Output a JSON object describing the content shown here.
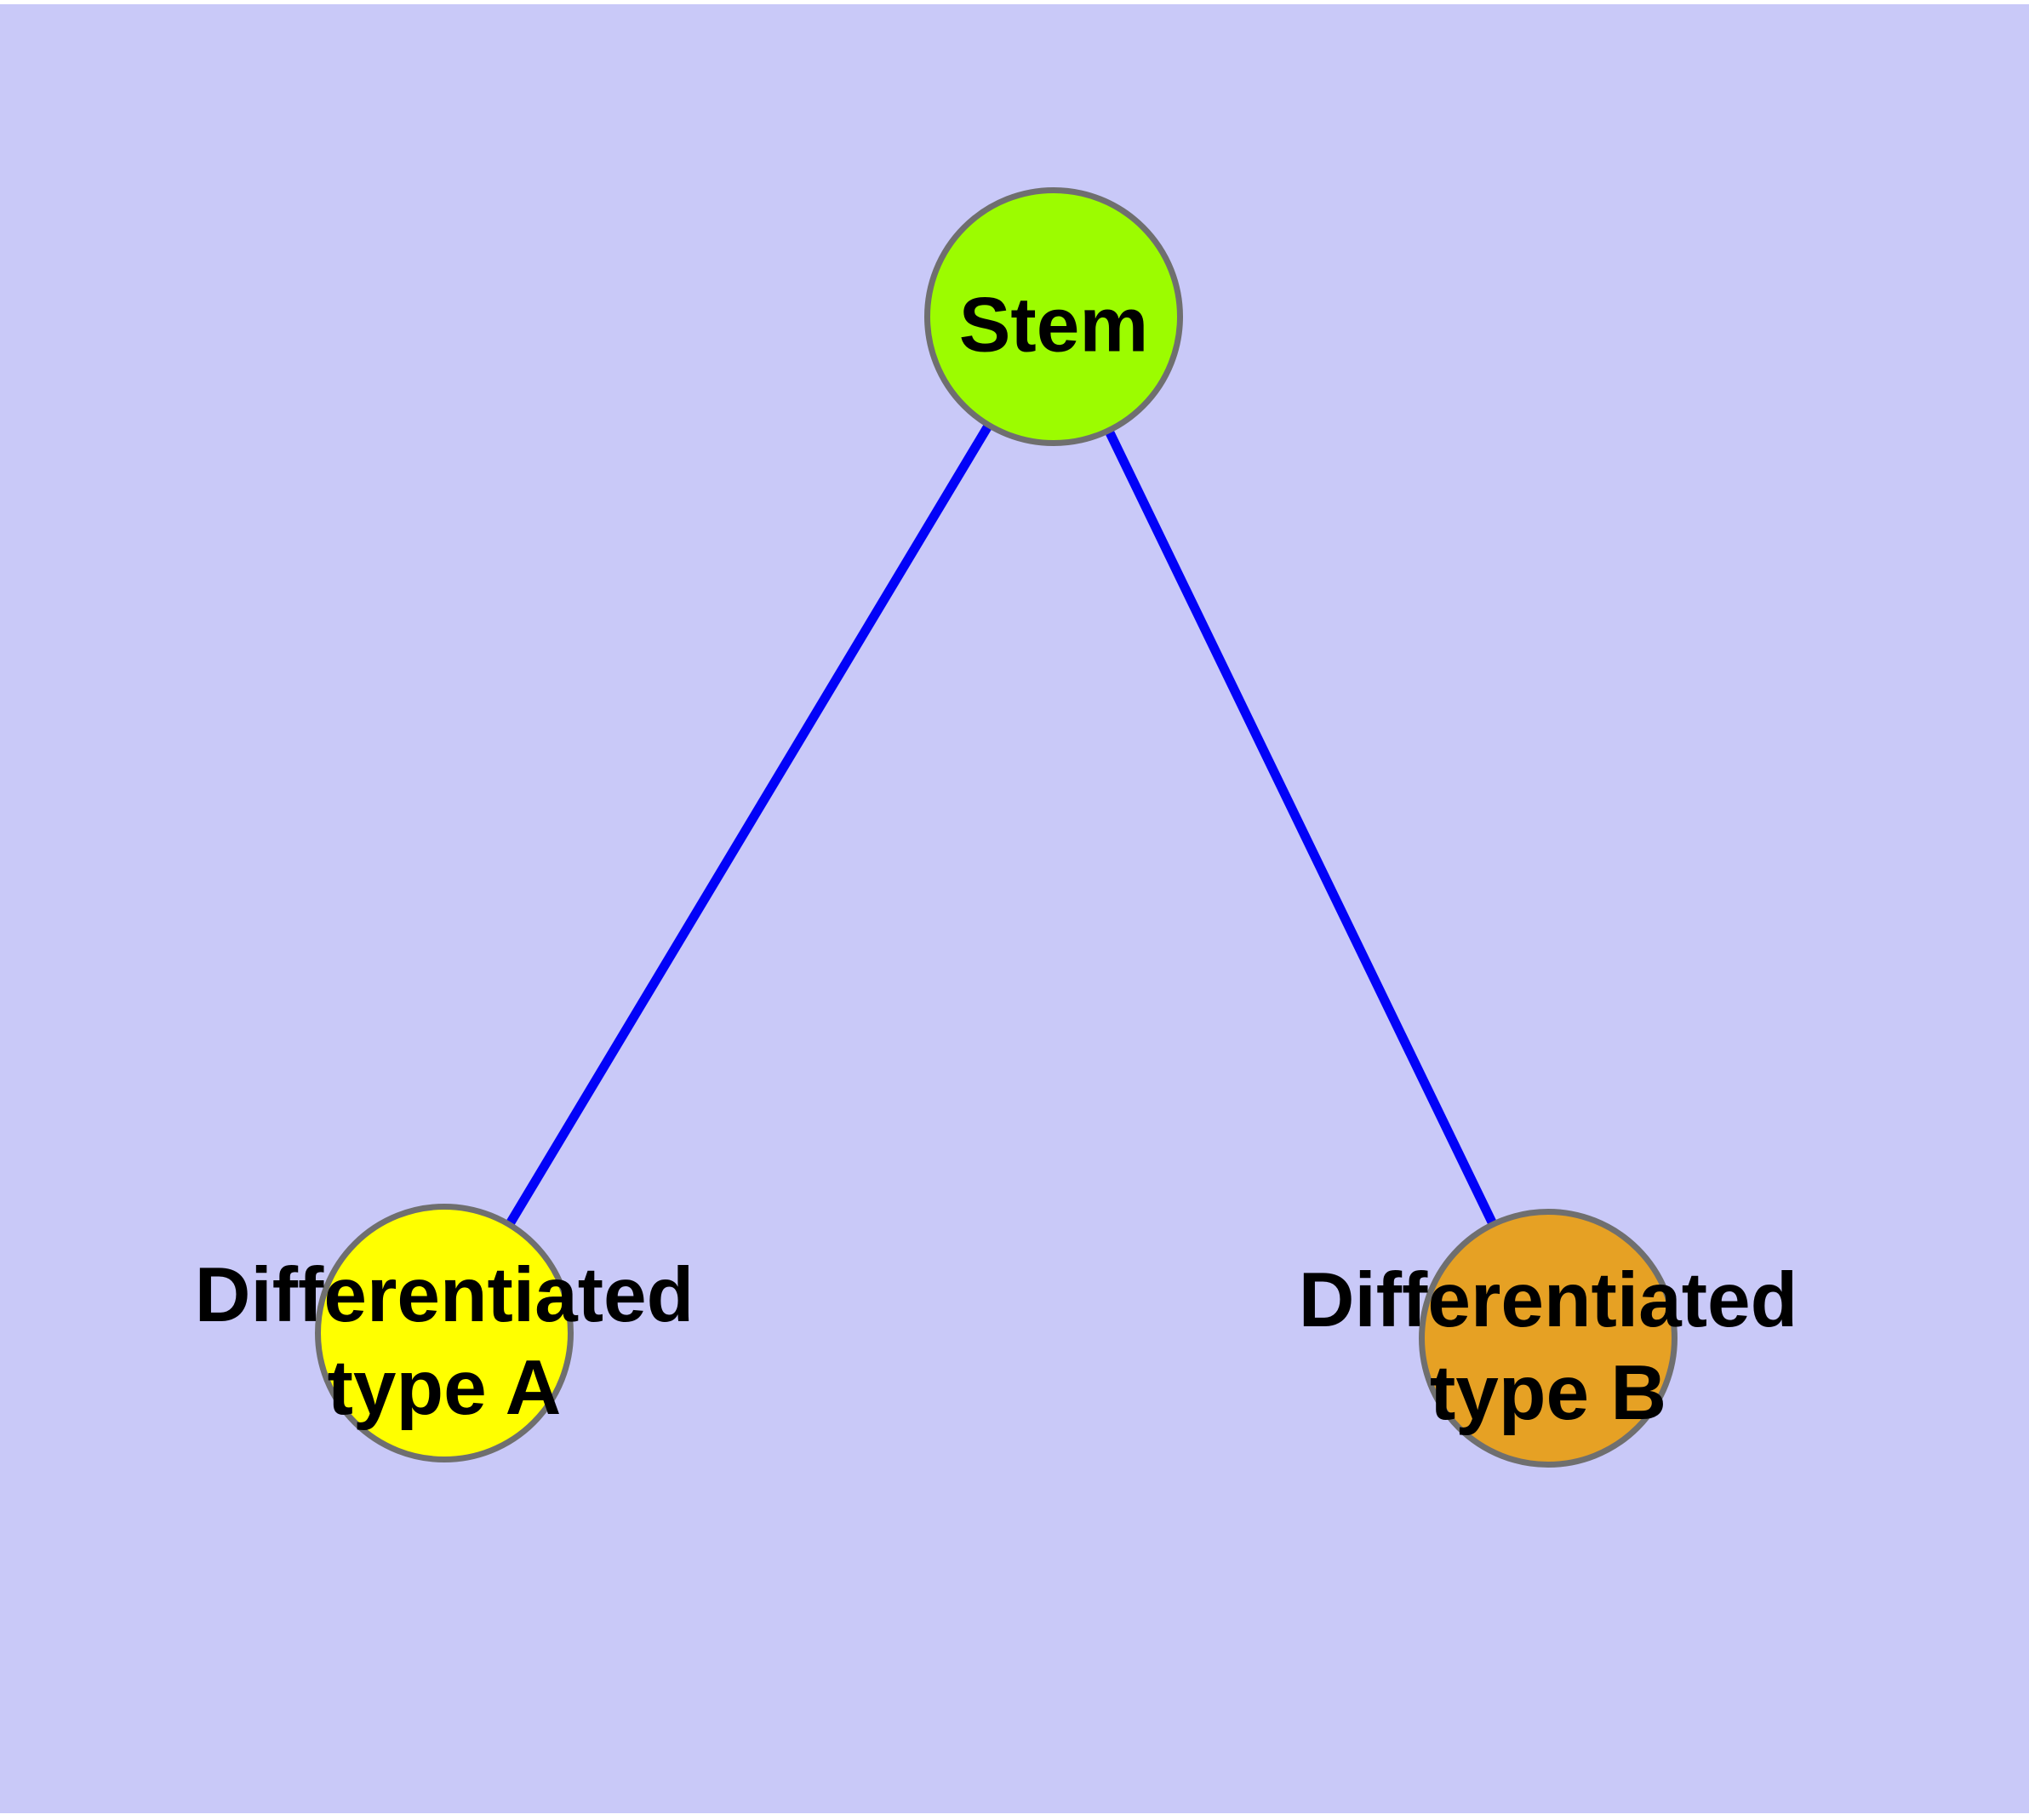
{
  "diagram": {
    "type": "graph",
    "description": "Tree diagram: a stem cell node branching into two differentiated cell type nodes",
    "colors": {
      "page_margin": "#ffffff",
      "background": "#c9c9f8",
      "edge": "#0202f8",
      "node_border": "#6f6f6f",
      "label_text": "#000000",
      "stem_fill": "#9cfc00",
      "type_a_fill": "#ffff00",
      "type_b_fill": "#e6a124"
    },
    "nodes": {
      "stem": {
        "id": "stem",
        "label": "Stem",
        "fill": "#9cfc00"
      },
      "typeA": {
        "id": "typeA",
        "label": "Differentiated\ntype A",
        "fill": "#ffff00"
      },
      "typeB": {
        "id": "typeB",
        "label": "Differentiated\ntype B",
        "fill": "#e6a124"
      }
    },
    "edges": [
      {
        "from": "Stem",
        "to": "Differentiated type A"
      },
      {
        "from": "Stem",
        "to": "Differentiated type B"
      }
    ]
  }
}
